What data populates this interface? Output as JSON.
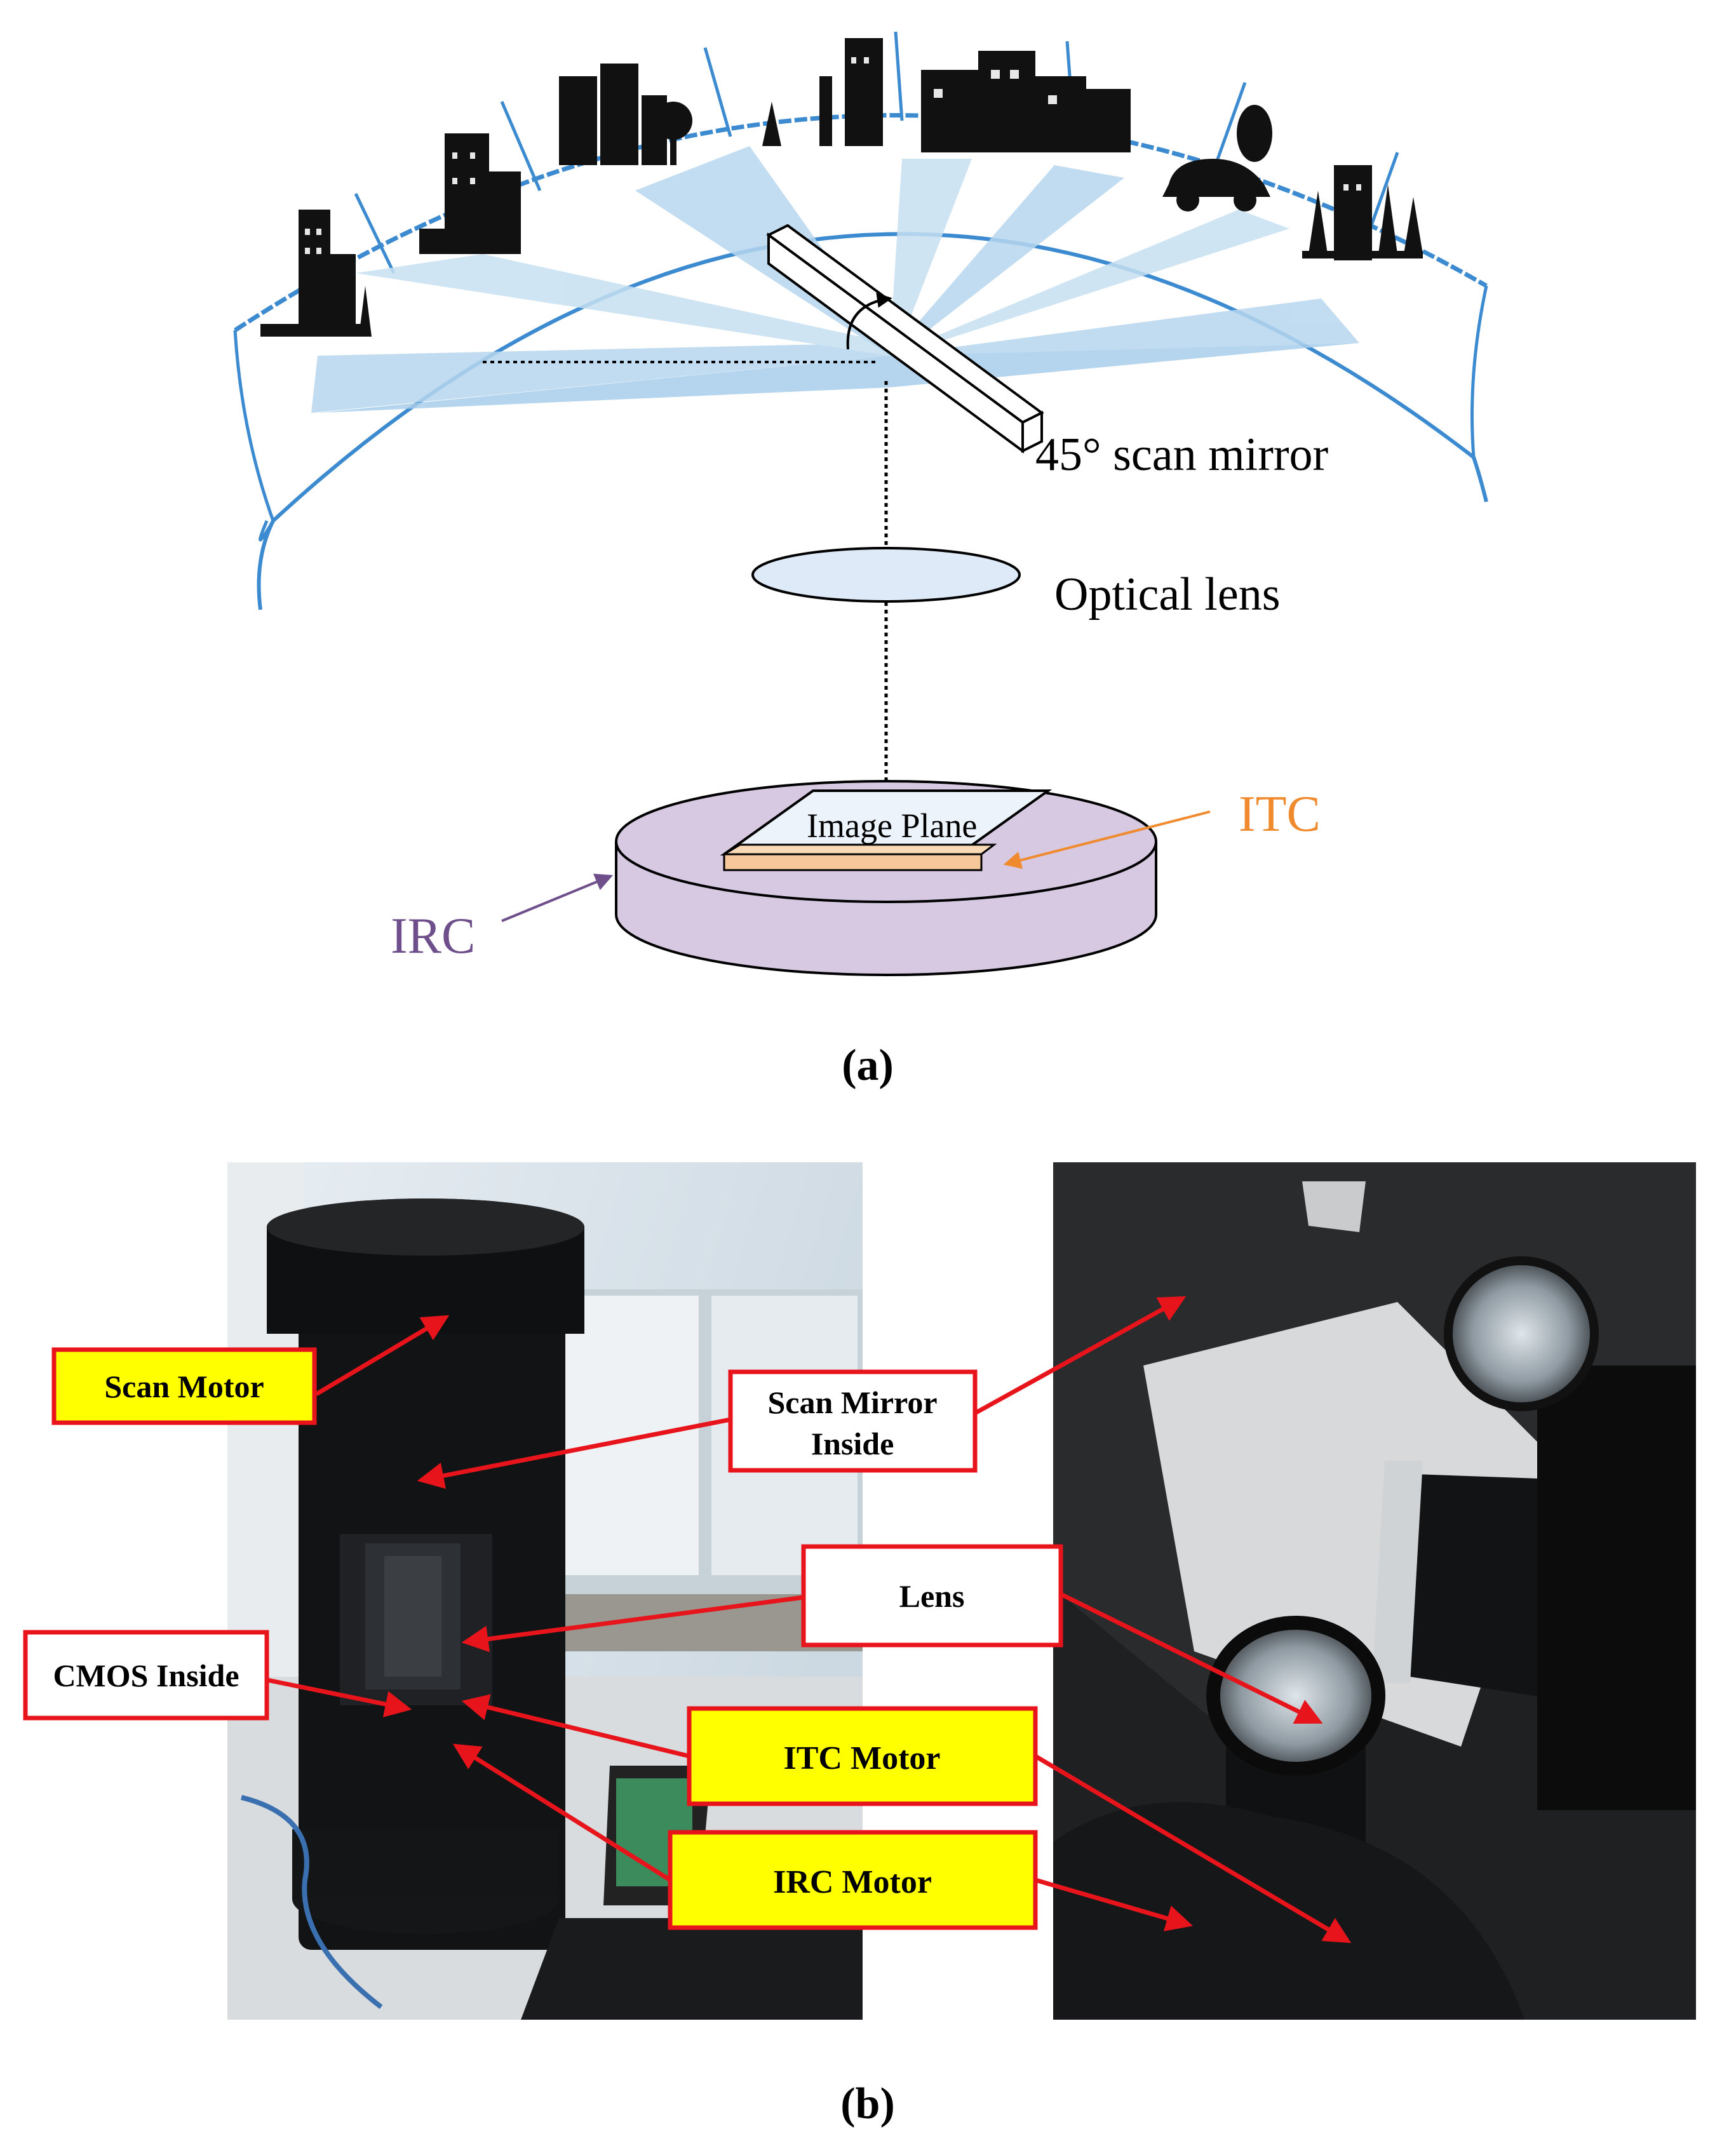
{
  "panel_a": {
    "caption": "(a)",
    "labels": {
      "mirror": "45° scan mirror",
      "lens": "Optical lens",
      "image_plane": "Image Plane",
      "itc": "ITC",
      "irc": "IRC"
    }
  },
  "panel_b": {
    "caption": "(b)",
    "callouts": {
      "scan_motor": "Scan Motor",
      "scan_mirror_line1": "Scan Mirror",
      "scan_mirror_line2": "Inside",
      "lens": "Lens",
      "cmos": "CMOS Inside",
      "itc_motor": "ITC Motor",
      "irc_motor": "IRC Motor"
    }
  },
  "colors": {
    "sky_band": "#3c8ad0",
    "fan": "#b7d7ee",
    "lens_fill": "#dfeaf8",
    "cylinder": "#d8c9e2",
    "itc_orange": "#f08a2e",
    "irc_purple": "#6e4f8c",
    "callout_yellow": "#ffff00",
    "callout_red": "#e8141b"
  }
}
